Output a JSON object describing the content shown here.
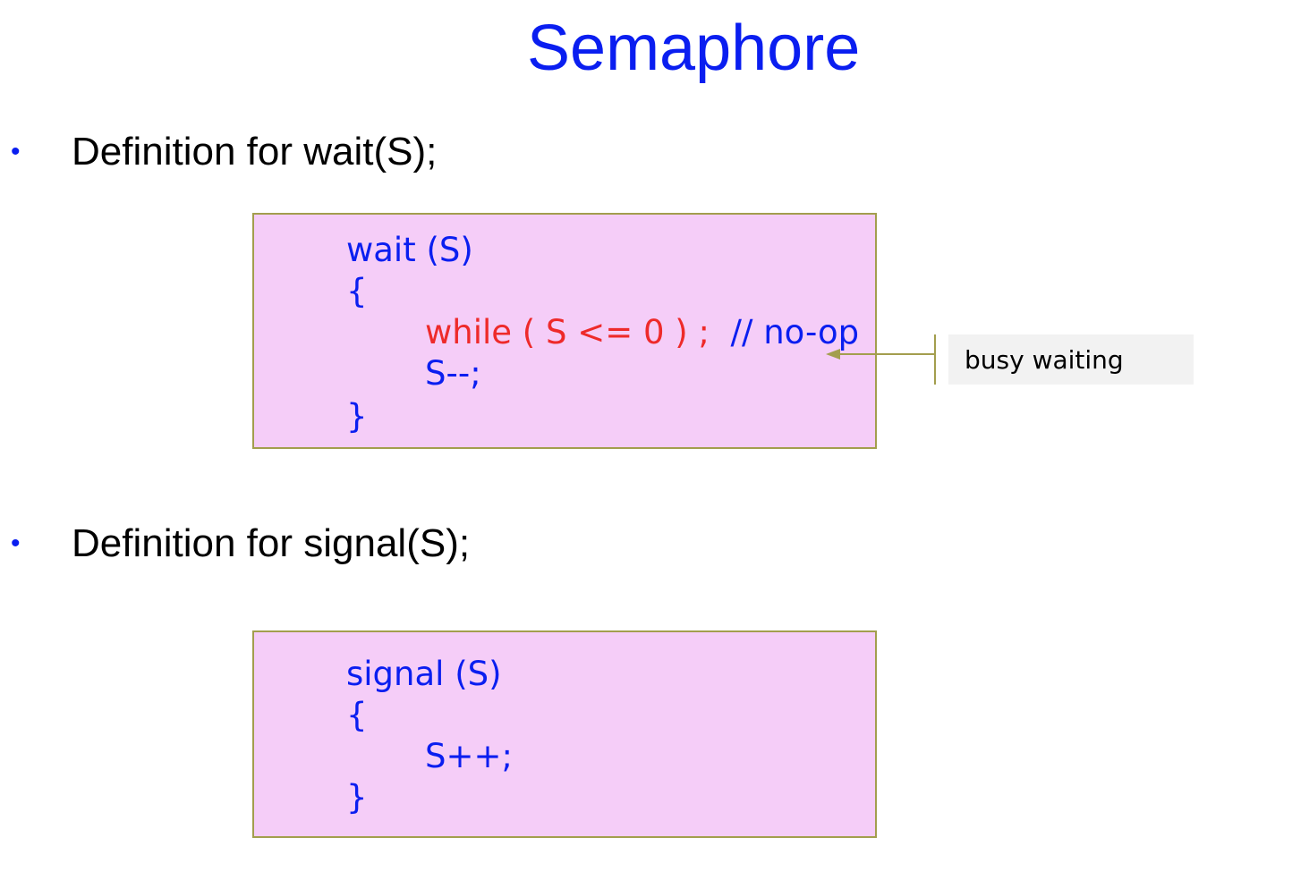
{
  "slide": {
    "title": "Semaphore"
  },
  "bullets": [
    {
      "marker": "•",
      "text": "Definition for wait(S);"
    },
    {
      "marker": "•",
      "text": "Definition for signal(S);"
    }
  ],
  "wait_code": {
    "line1": "wait (S)",
    "line2": "{",
    "line3_red": "while ( S <= 0 ) ;",
    "line3_blue": "// no-op",
    "line4": "S--;",
    "line5": "}"
  },
  "signal_code": {
    "line1": "signal (S)",
    "line2": "{",
    "line3": "S++;",
    "line4": "}"
  },
  "callout": {
    "label": "busy waiting"
  },
  "colors": {
    "title": "#0a1ef0",
    "code_keyword": "#0a1ef0",
    "code_highlight": "#ee2a2a",
    "code_box_fill": "#f5cdf8",
    "code_box_border": "#a39e4e",
    "callout_fill": "#f2f2f2",
    "arrow": "#a39e4e"
  }
}
